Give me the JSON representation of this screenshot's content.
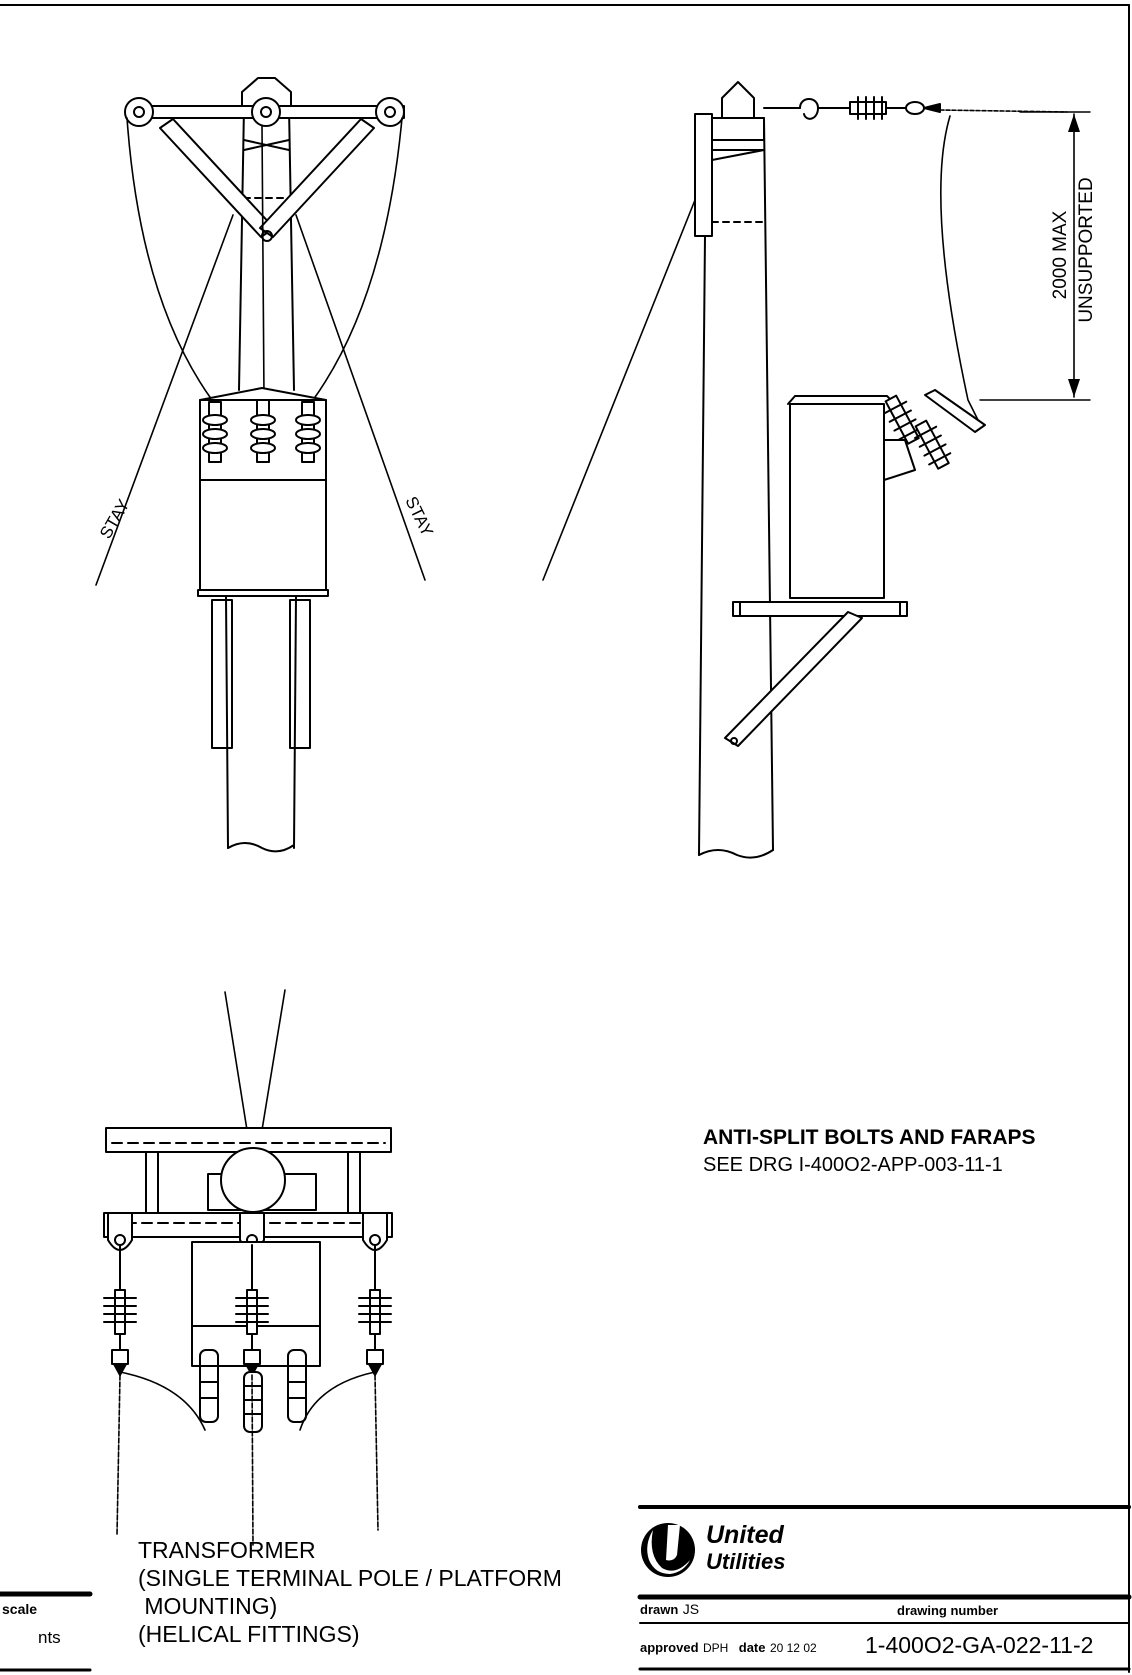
{
  "labels": {
    "stay_left": "STAY",
    "stay_right": "STAY",
    "dimension_value": "2000 MAX",
    "dimension_note": "UNSUPPORTED"
  },
  "note": {
    "title": "ANTI-SPLIT BOLTS AND FARAPS",
    "reference": "SEE DRG I-400O2-APP-003-11-1"
  },
  "caption": {
    "line1": "TRANSFORMER",
    "line2": "(SINGLE TERMINAL POLE / PLATFORM",
    "line3": " MOUNTING)",
    "line4": "(HELICAL FITTINGS)"
  },
  "scale_box": {
    "label": "scale",
    "value": "nts"
  },
  "title_block": {
    "company_line1": "United",
    "company_line2": "Utilities",
    "logo_icon": "united-utilities-logo-icon",
    "drawn_label": "drawn",
    "drawn_by": "JS",
    "drawing_number_label": "drawing number",
    "approved_label": "approved",
    "approved_by": "DPH",
    "date_label": "date",
    "date": "20 12 02",
    "drawing_number": "1-400O2-GA-022-11-2"
  }
}
